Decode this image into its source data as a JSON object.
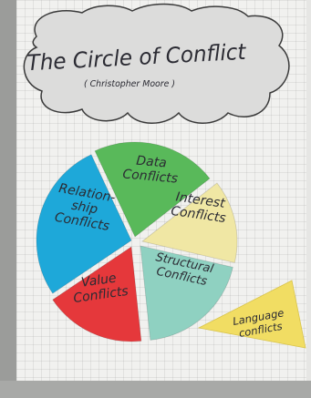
{
  "title": "The Circle of Conflict",
  "subtitle": "( Christopher Moore )",
  "segments": [
    {
      "label_lines": [
        "Data",
        "Conflicts"
      ],
      "color": "#59b95a"
    },
    {
      "label_lines": [
        "Interest",
        "Conflicts"
      ],
      "color": "#f0e7a4"
    },
    {
      "label_lines": [
        "Structural",
        "Conflicts"
      ],
      "color": "#8fd1c1"
    },
    {
      "label_lines": [
        "Value",
        "Conflicts"
      ],
      "color": "#e5383b"
    },
    {
      "label_lines": [
        "Relation-",
        "ship",
        "Conflicts"
      ],
      "color": "#1ea8d9"
    }
  ],
  "language_card": {
    "label_lines": [
      "Language",
      "conflicts"
    ],
    "color": "#f1dd63"
  }
}
